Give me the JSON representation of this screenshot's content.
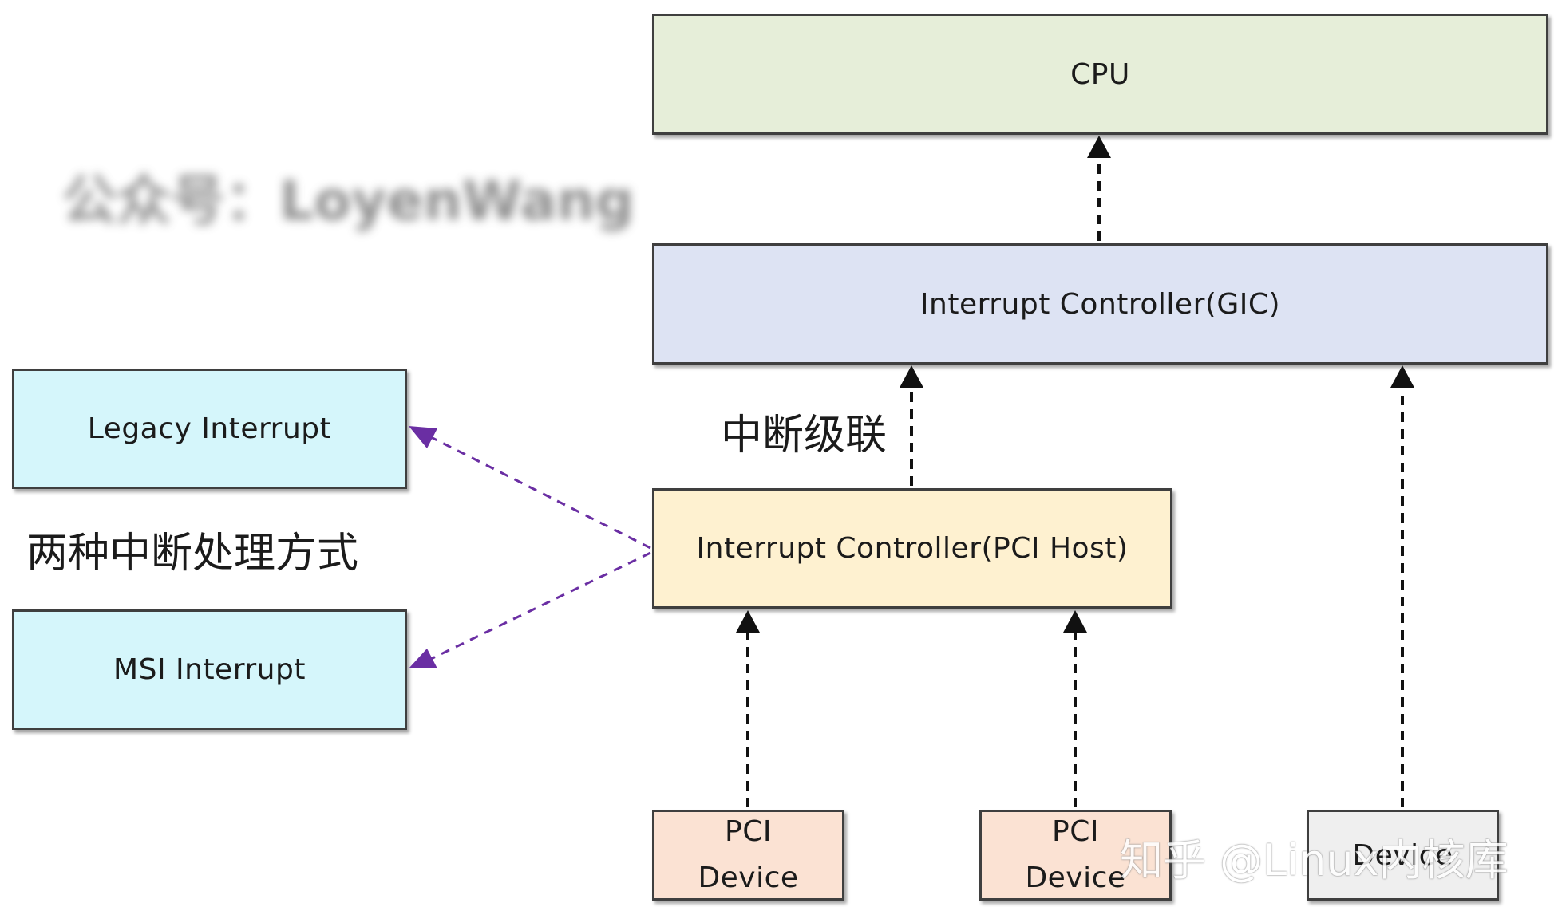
{
  "nodes": {
    "cpu": "CPU",
    "gic": "Interrupt Controller(GIC)",
    "pci_host": "Interrupt Controller(PCI Host)",
    "legacy": "Legacy Interrupt",
    "msi": "MSI Interrupt",
    "pci_device_1": {
      "line1": "PCI",
      "line2": "Device"
    },
    "pci_device_2": {
      "line1": "PCI",
      "line2": "Device"
    },
    "device_3": "Device"
  },
  "labels": {
    "cascade": "中断级联",
    "two_methods": "两种中断处理方式"
  },
  "watermarks": {
    "top": "公众号：LoyenWang",
    "bottom": "知乎 @Linux内核库"
  },
  "colors": {
    "cpu": "#e6eed9",
    "gic": "#dde3f3",
    "pci_host": "#fef1d0",
    "interrupt_type": "#d5f6fb",
    "pci_device": "#fbe2d3",
    "device": "#efefef",
    "black_arrow": "#111111",
    "purple_arrow": "#6a2ea3"
  }
}
